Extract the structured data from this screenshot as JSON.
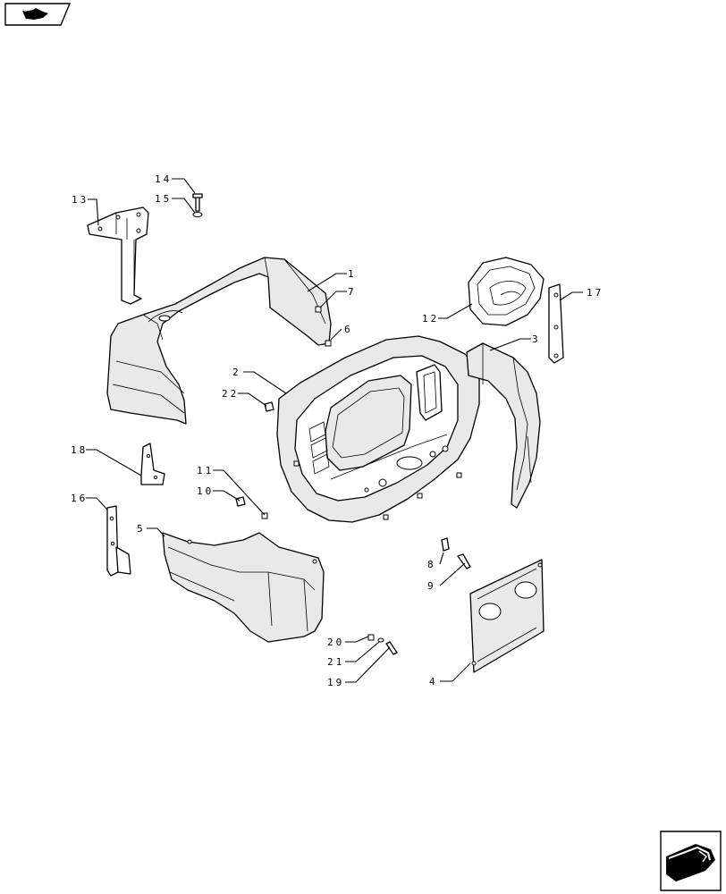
{
  "nav": {
    "back_icon": "hand-pointer-back-icon",
    "next_icon": "hand-pointer-next-icon"
  },
  "diagram": {
    "callouts": {
      "c1": "1",
      "c2": "2",
      "c3": "3",
      "c4": "4",
      "c5": "5",
      "c6": "6",
      "c7": "7",
      "c8": "8",
      "c9": "9",
      "c10": "10",
      "c11": "11",
      "c12": "12",
      "c13": "13",
      "c14": "14",
      "c15": "15",
      "c16": "16",
      "c17": "17",
      "c18": "18",
      "c19": "19",
      "c20": "20",
      "c21": "21",
      "c22": "22"
    }
  }
}
